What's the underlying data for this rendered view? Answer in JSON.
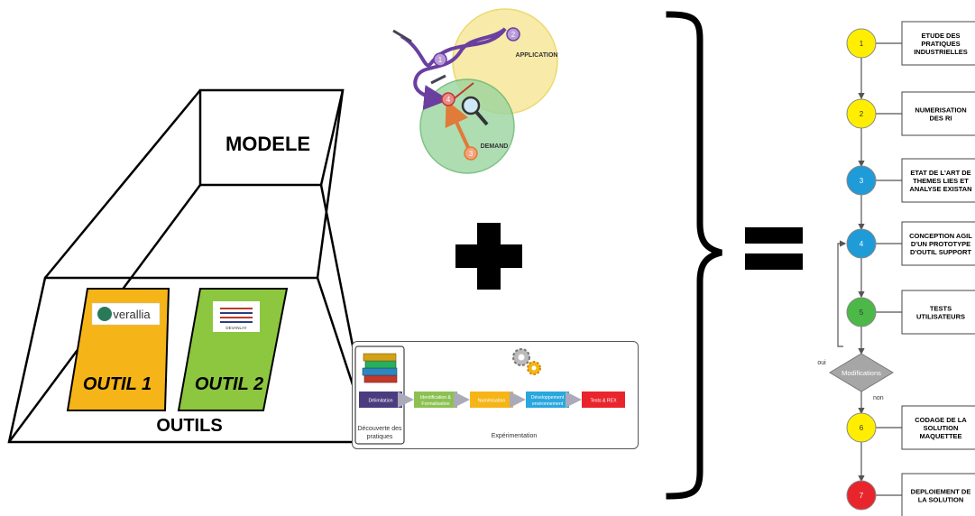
{
  "left_box": {
    "top_label": "MODELE",
    "bottom_label": "OUTILS",
    "tool1": {
      "logo": "verallia",
      "label": "OUTIL 1",
      "color": "#f5b418"
    },
    "tool2": {
      "logo_icon": "devanlay-logo",
      "logo_text": "DEVANLAY",
      "label": "OUTIL 2",
      "color": "#8dc63f"
    }
  },
  "venn": {
    "application_label": "APPLICATION",
    "demand_label": "DEMAND",
    "colors": {
      "application": "#f7e79a",
      "demand": "#9bd5a0",
      "path": "#6b3fa0",
      "arrow": "#e07b39"
    },
    "nodes": [
      "1",
      "2",
      "3",
      "4"
    ]
  },
  "operators": {
    "plus": "plus-icon",
    "equals": "equals-icon"
  },
  "process": {
    "steps": [
      {
        "label": "Délimitation",
        "color": "#4b3c7f"
      },
      {
        "label": "Identification & Formalisation",
        "color": "#8cc152"
      },
      {
        "label": "Numérisation",
        "color": "#f6b517"
      },
      {
        "label": "Développement environnement",
        "color": "#2aa7df"
      },
      {
        "label": "Tests & REX",
        "color": "#e8252d"
      }
    ],
    "footer_left": "Découverte des pratiques",
    "footer_right": "Expérimentation"
  },
  "flow": {
    "steps": [
      {
        "num": "1",
        "color": "#ffee00",
        "text": [
          "ETUDE DES",
          "PRATIQUES",
          "INDUSTRIELLES"
        ]
      },
      {
        "num": "2",
        "color": "#ffee00",
        "text": [
          "NUMERISATION",
          "DES RI"
        ]
      },
      {
        "num": "3",
        "color": "#1f9bd7",
        "text": [
          "ETAT DE L'ART DE",
          "THEMES LIES ET",
          "ANALYSE EXISTAN"
        ]
      },
      {
        "num": "4",
        "color": "#1f9bd7",
        "text": [
          "CONCEPTION AGIL",
          "D'UN PROTOTYPE",
          "D'OUTIL SUPPORT"
        ]
      },
      {
        "num": "5",
        "color": "#4cb848",
        "text": [
          "TESTS",
          "UTILISATEURS"
        ]
      },
      {
        "num": "6",
        "color": "#ffee00",
        "text": [
          "CODAGE DE LA",
          "SOLUTION",
          "MAQUETTEE"
        ]
      },
      {
        "num": "7",
        "color": "#e8252d",
        "text": [
          "DEPLOIEMENT DE",
          "LA SOLUTION"
        ]
      }
    ],
    "decision": "Modifications",
    "yes_label": "oui",
    "no_label": "non"
  }
}
